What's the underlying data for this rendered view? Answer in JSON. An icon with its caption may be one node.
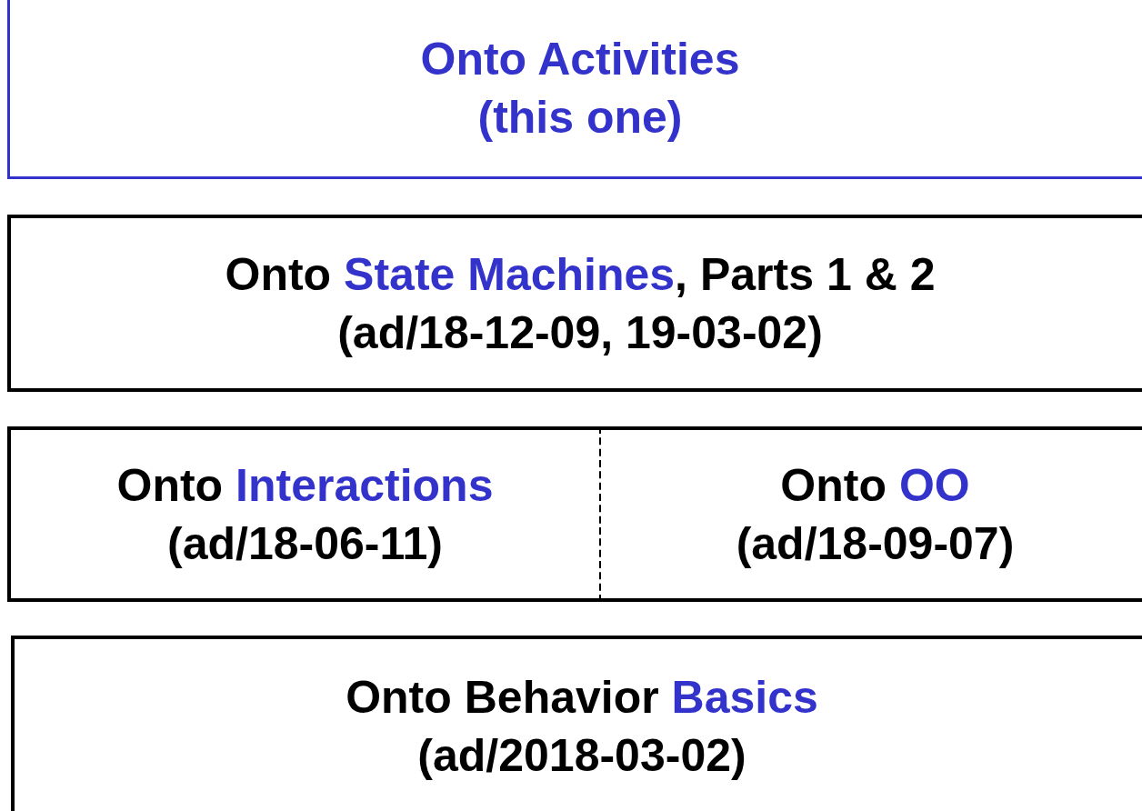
{
  "diagram": {
    "nodes": [
      {
        "text": [
          "Onto Activities",
          "(this one)"
        ]
      },
      {
        "text": [
          "Onto State Machines, Parts 1 & 2",
          "(ad/18-12-09, 19-03-02)"
        ]
      },
      {
        "text": [
          "Onto Interactions",
          "(ad/18-06-11)"
        ]
      },
      {
        "text": [
          "Onto OO",
          "(ad/18-09-07)"
        ]
      },
      {
        "text": [
          "Onto Behavior Basics",
          "(ad/2018-03-02)"
        ]
      }
    ]
  }
}
